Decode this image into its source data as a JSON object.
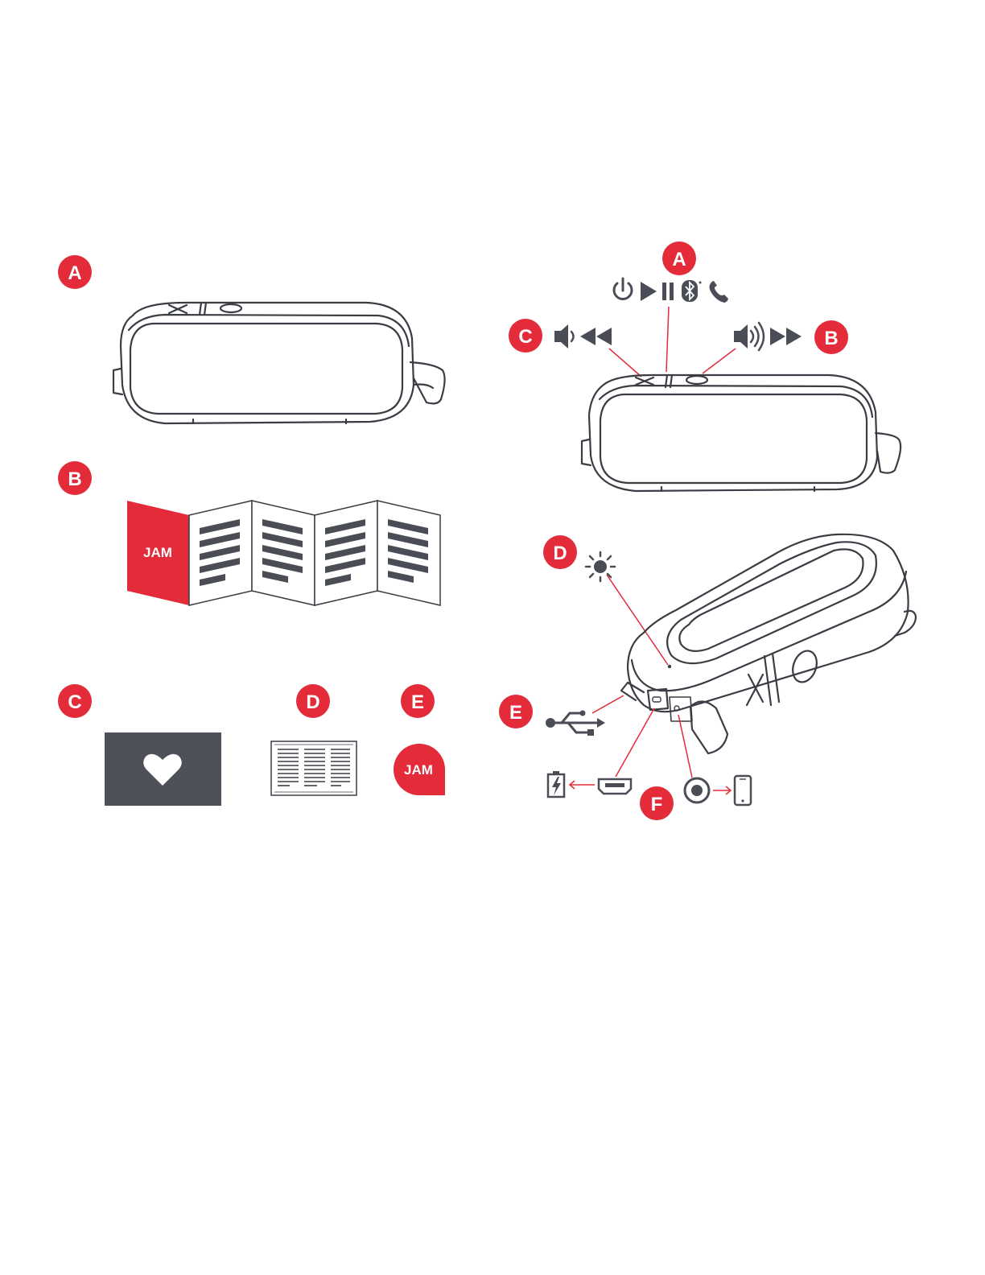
{
  "colors": {
    "accent": "#e32b3a",
    "line": "#3a3d44",
    "icon": "#4a4d55",
    "card": "#4d5059"
  },
  "contents_panel": {
    "label_a": "A",
    "label_b": "B",
    "label_c": "C",
    "label_d": "D",
    "label_e": "E",
    "brand_logo": "JAM"
  },
  "controls_panel": {
    "label_a": "A",
    "label_b": "B",
    "label_c": "C",
    "label_d": "D",
    "label_e": "E",
    "label_f": "F",
    "icons_a": [
      "power-icon",
      "play-icon",
      "pause-icon",
      "bluetooth-icon",
      "phone-icon"
    ],
    "icons_b": [
      "volume-up-icon",
      "fast-forward-icon"
    ],
    "icons_c": [
      "volume-down-icon",
      "rewind-icon"
    ],
    "icons_d": [
      "led-light-icon"
    ],
    "icons_e": [
      "usb-icon"
    ],
    "icons_f": [
      "battery-charging-icon",
      "micro-usb-port-icon",
      "aux-jack-icon",
      "phone-device-icon"
    ]
  }
}
